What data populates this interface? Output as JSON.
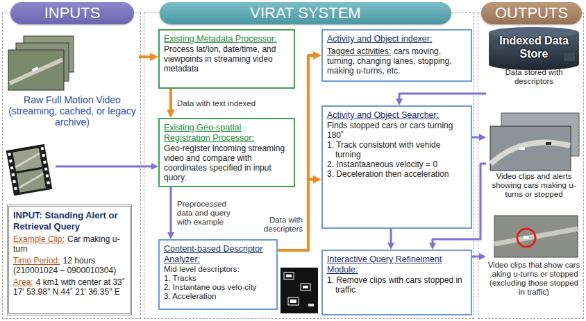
{
  "diagram": {
    "nodes": [
      {
        "text": [
          "INPUTS"
        ]
      },
      {
        "text": [
          "Raw Full Motion Video (streaming, cached, or legacy archive)"
        ],
        "in": 0
      },
      {
        "text": [
          "INPUT: Standing Alert or Retrieval Query",
          "Example Clip:",
          "Car making u-turn",
          "Time Period:",
          "12 hours (210001024 – 0900010304)",
          "Area:",
          "4 km1 with center at 33˚ 17′ 53.98″ N 44˚ 21′ 36.35″ E"
        ],
        "in": 0
      },
      {
        "text": [
          "VIRAT SYSTEM"
        ]
      },
      {
        "text": [
          "Existing Metadata Processor:",
          "Process lat/lon, date/time, and viewpoints in streaming video metadata"
        ],
        "in": 3
      },
      {
        "text": [
          "Existing Geo-spatial Registration Processor:",
          "Geo-register incoming streaming video and compare with coordinates specified in input quory."
        ],
        "in": 3
      },
      {
        "text": [
          "Content-based Descriptor Analyzer:",
          "Mid-level descriptors:",
          "1. Tracks",
          "2. Instantane ous velo-city",
          "3. Acceleration"
        ],
        "in": 3
      },
      {
        "text": [
          "Activity and Object indexer:",
          "Tagged activities:",
          "cars moving, turning, changing lanes, stopping, making u-turns, etc."
        ],
        "in": 3
      },
      {
        "text": [
          "Activity and Object Searcher:",
          "Finds stopped cars or cars turning 180˚",
          "1. Track consistont with vehide turning",
          "2. Instantaaneous velocity = 0",
          "3. Deceleration then acceleration"
        ],
        "in": 3
      },
      {
        "text": [
          "Interactive Query Refineiment Module:",
          "1. Remove clips with cars stopped in traffic"
        ],
        "in": 3
      },
      {
        "text": [
          "OUTPUTS"
        ]
      },
      {
        "text": [
          "Indexed Data Store",
          "Data stored with descriptors"
        ],
        "in": 10
      },
      {
        "text": [
          "Video clips and alerts showing cars making u-turns or stopped"
        ],
        "in": 10
      },
      {
        "text": [
          "Video clips that show cars ,aking u-turns or stopped (excluding those stopped in traffic)"
        ],
        "in": 10
      }
    ],
    "edges": [
      {
        "from": 1,
        "to": 4,
        "arrow": "to"
      },
      {
        "from": 4,
        "to": 5,
        "label": "Data with text indexed",
        "arrow": "to"
      },
      {
        "from": 5,
        "to": 6,
        "label": "Preprocessed data and query with example",
        "arrow": "to"
      },
      {
        "from": 6,
        "to": 7,
        "label": "Data with descripters",
        "arrow": "to"
      },
      {
        "from": 6,
        "to": 8,
        "arrow": "to"
      },
      {
        "from": 11,
        "to": 8,
        "arrow": "to"
      },
      {
        "from": 8,
        "to": 12,
        "arrow": "to"
      },
      {
        "from": 8,
        "to": 9,
        "arrow": "to"
      },
      {
        "from": 12,
        "to": 9,
        "arrow": "to"
      },
      {
        "from": 9,
        "to": 13,
        "arrow": "to"
      }
    ]
  }
}
